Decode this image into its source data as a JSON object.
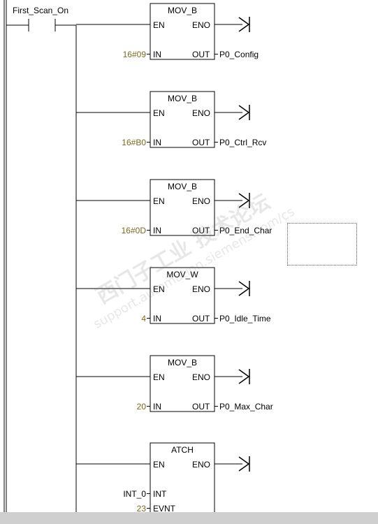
{
  "rung": {
    "contact_label": "First_Scan_On"
  },
  "blocks": [
    {
      "type": "MOV_B",
      "en": "EN",
      "eno": "ENO",
      "in_pin": "IN",
      "out_pin": "OUT",
      "in_value": "16#09",
      "out_value": "P0_Config"
    },
    {
      "type": "MOV_B",
      "en": "EN",
      "eno": "ENO",
      "in_pin": "IN",
      "out_pin": "OUT",
      "in_value": "16#B0",
      "out_value": "P0_Ctrl_Rcv"
    },
    {
      "type": "MOV_B",
      "en": "EN",
      "eno": "ENO",
      "in_pin": "IN",
      "out_pin": "OUT",
      "in_value": "16#0D",
      "out_value": "P0_End_Char"
    },
    {
      "type": "MOV_W",
      "en": "EN",
      "eno": "ENO",
      "in_pin": "IN",
      "out_pin": "OUT",
      "in_value": "4",
      "out_value": "P0_Idle_Time"
    },
    {
      "type": "MOV_B",
      "en": "EN",
      "eno": "ENO",
      "in_pin": "IN",
      "out_pin": "OUT",
      "in_value": "20",
      "out_value": "P0_Max_Char"
    }
  ],
  "atch": {
    "type": "ATCH",
    "en": "EN",
    "eno": "ENO",
    "int_pin": "INT",
    "evnt_pin": "EVNT",
    "int_value": "INT_0",
    "evnt_value": "23"
  },
  "watermark": {
    "line1": "西门子工业  技术论坛",
    "line2": "support.automation.siemens.com/cs"
  }
}
